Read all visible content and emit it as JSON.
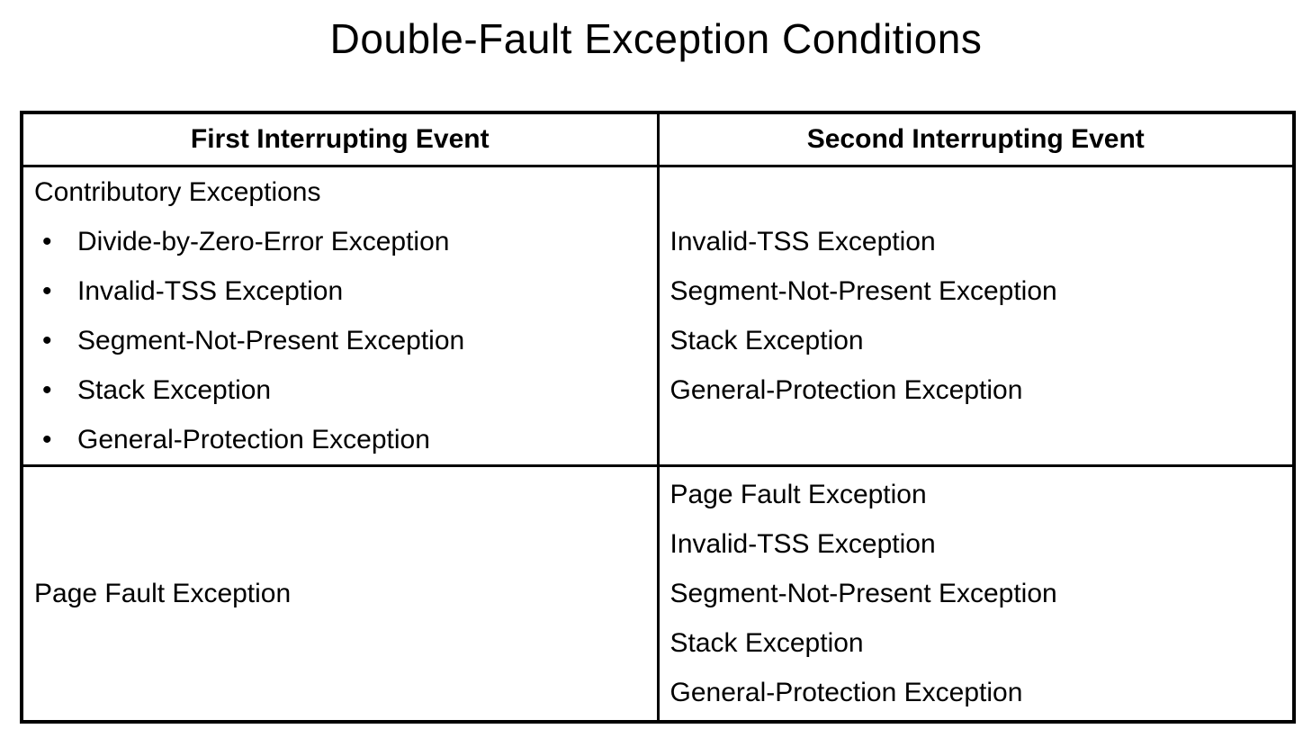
{
  "title": "Double-Fault Exception Conditions",
  "colors": {
    "background": "#ffffff",
    "text": "#000000",
    "border": "#000000"
  },
  "table": {
    "headers": [
      "First Interrupting Event",
      "Second Interrupting Event"
    ],
    "rows": [
      {
        "first_event": {
          "label": "Contributory Exceptions",
          "items": [
            "Divide-by-Zero-Error Exception",
            "Invalid-TSS Exception",
            "Segment-Not-Present Exception",
            "Stack Exception",
            "General-Protection Exception"
          ]
        },
        "second_event": {
          "items": [
            "Invalid-TSS Exception",
            "Segment-Not-Present Exception",
            "Stack Exception",
            "General-Protection Exception"
          ]
        }
      },
      {
        "first_event": {
          "label": "Page Fault Exception",
          "items": []
        },
        "second_event": {
          "items": [
            "Page Fault Exception",
            "Invalid-TSS Exception",
            "Segment-Not-Present Exception",
            "Stack Exception",
            "General-Protection Exception"
          ]
        }
      }
    ]
  }
}
